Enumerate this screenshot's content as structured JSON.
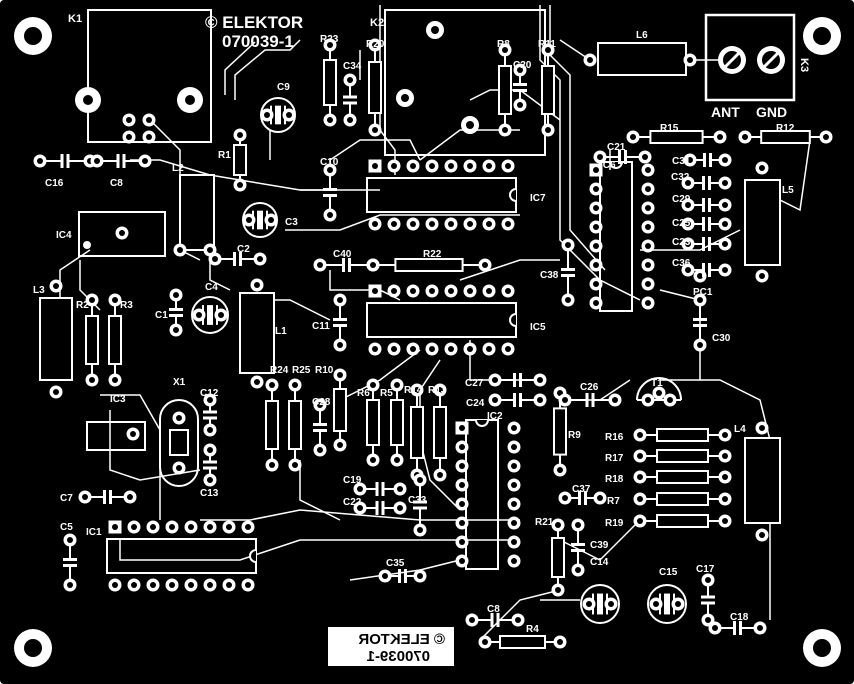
{
  "board": {
    "copyright": "© ELEKTOR",
    "code": "070039-1",
    "mirrored_copyright": "© ELEKTOR",
    "mirrored_code": "070039-1",
    "colors": {
      "background": "#000000",
      "silk": "#ffffff"
    }
  },
  "terminals": {
    "ant": "ANT",
    "gnd": "GND"
  },
  "labels": {
    "K1": "K1",
    "K2": "K2",
    "K3": "K3",
    "L2": "L2",
    "L3": "L3",
    "L1": "L1",
    "L4": "L4",
    "L5": "L5",
    "L6": "L6",
    "IC1": "IC1",
    "IC2": "IC2",
    "IC3": "IC3",
    "IC4": "IC4",
    "IC5": "IC5",
    "IC6": "IC6",
    "IC7": "IC7",
    "C1": "C1",
    "C2": "C2",
    "C3": "C3",
    "C4": "C4",
    "C5": "C5",
    "C7": "C7",
    "C8a": "C8",
    "C8b": "C8",
    "C9": "C9",
    "C10": "C10",
    "C11": "C11",
    "C12": "C12",
    "C13": "C13",
    "C14": "C14",
    "C15": "C15",
    "C16": "C16",
    "C17": "C17",
    "C18": "C18",
    "C19": "C19",
    "C20": "C20",
    "C21": "C21",
    "C22": "C22",
    "C23": "C23",
    "C24": "C24",
    "C25": "C25",
    "C26": "C26",
    "C27": "C27",
    "C28": "C28",
    "C29": "C29",
    "C30": "C30",
    "C31": "C31",
    "C32": "C32",
    "C33": "C33",
    "C34": "C34",
    "C35": "C35",
    "C36": "C36",
    "C37": "C37",
    "C38": "C38",
    "C39": "C39",
    "C40": "C40",
    "R1": "R1",
    "R2": "R2",
    "R3": "R3",
    "R4": "R4",
    "R5": "R5",
    "R6": "R6",
    "R7": "R7",
    "R8": "R8",
    "R9": "R9",
    "R10": "R10",
    "R11": "R11",
    "R12": "R12",
    "R13": "R13",
    "R14": "R14",
    "R15": "R15",
    "R16": "R16",
    "R17": "R17",
    "R18": "R18",
    "R19": "R19",
    "R20": "R20",
    "R21": "R21",
    "R22": "R22",
    "R23": "R23",
    "R24": "R24",
    "R25": "R25",
    "X1": "X1",
    "T1": "T1",
    "PC1": "PC1"
  }
}
